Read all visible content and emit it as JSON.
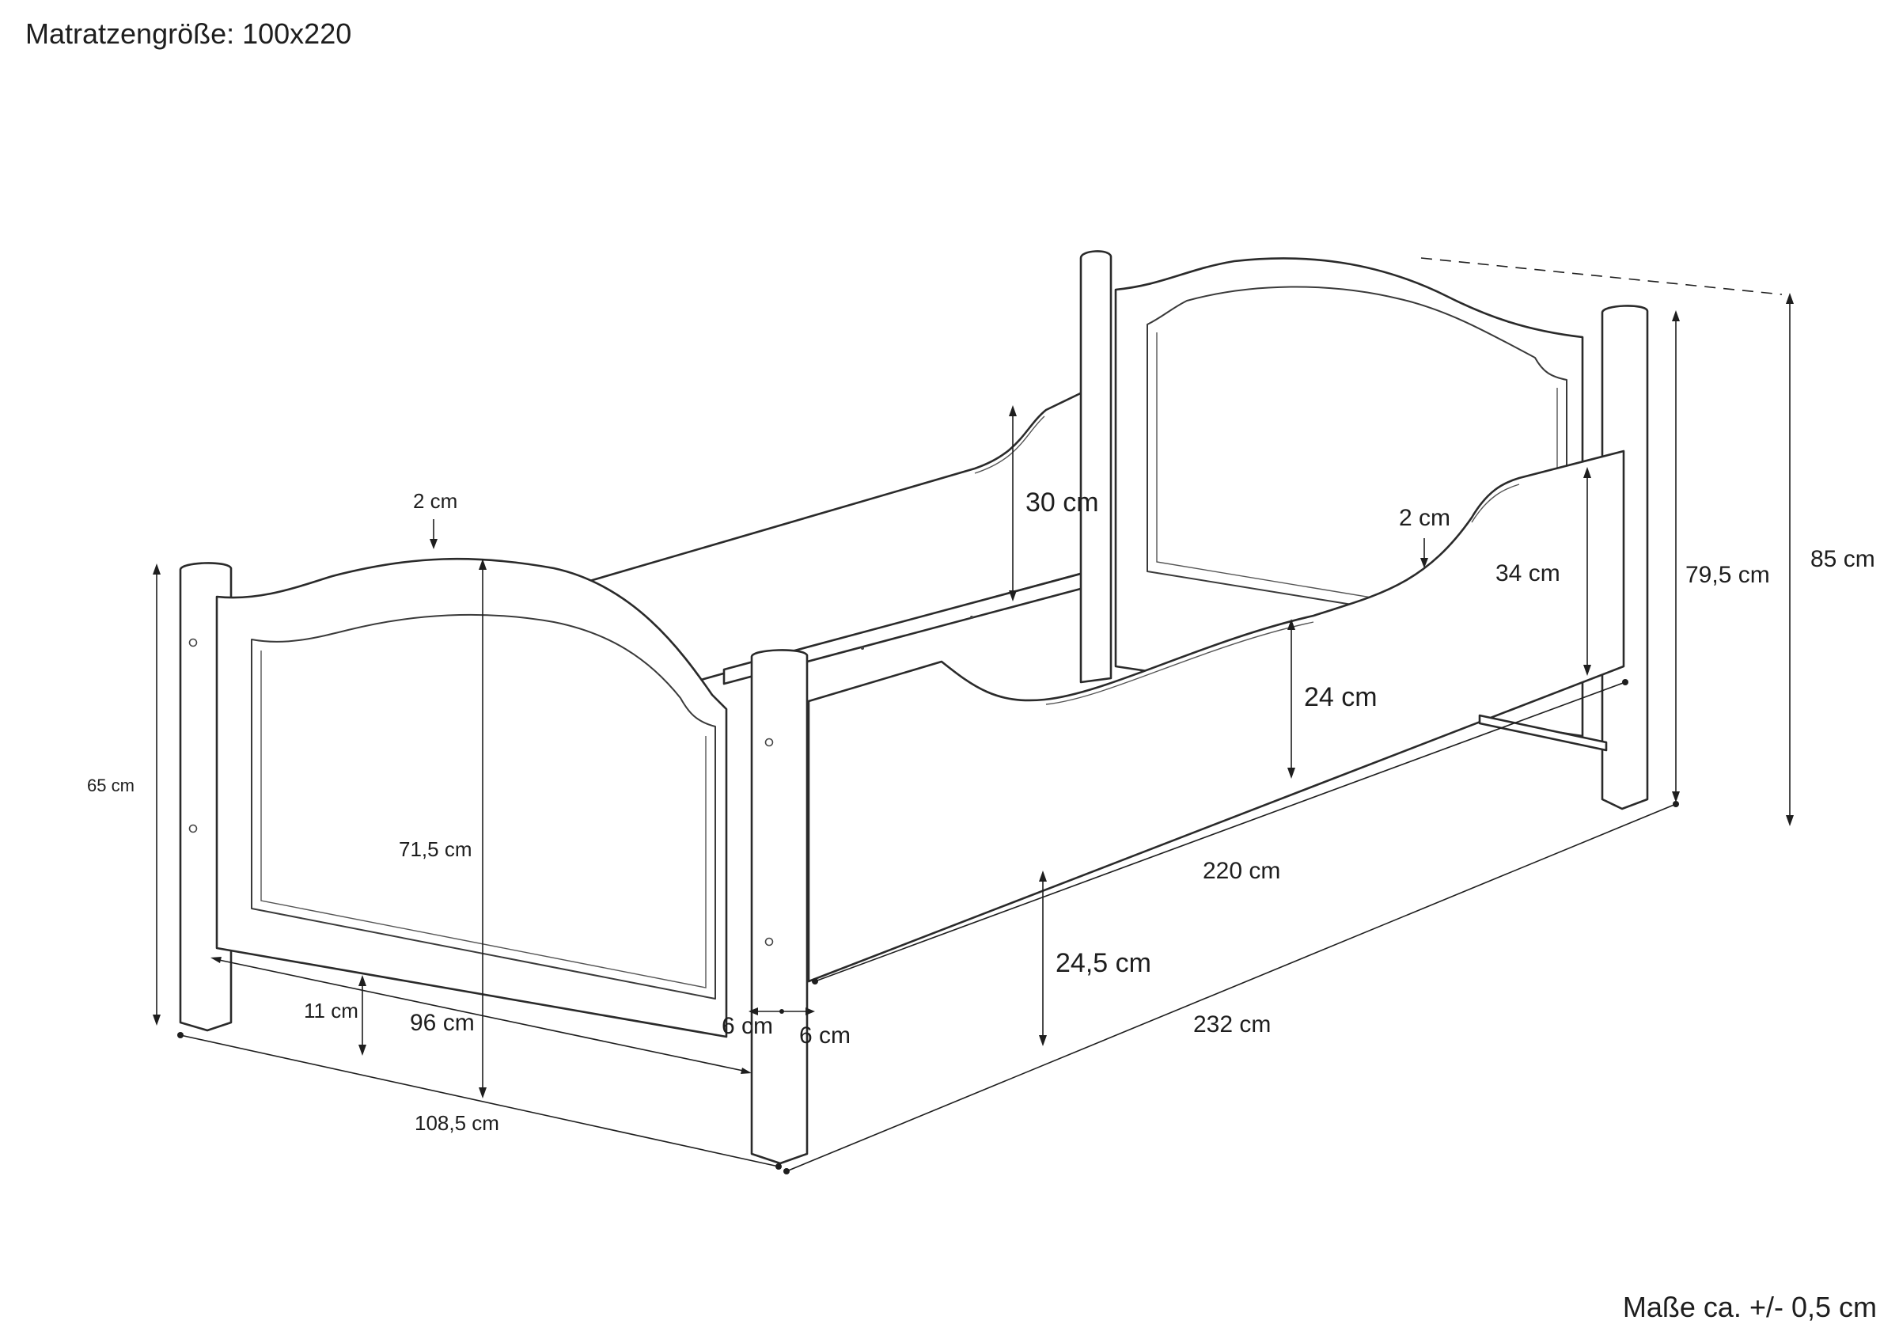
{
  "header": {
    "mattress_size": "Matratzengröße: 100x220"
  },
  "footer": {
    "tolerance": "Maße ca. +/- 0,5 cm"
  },
  "dimensions": {
    "footboard_total_height": "65 cm",
    "footboard_panel_height": "71,5 cm",
    "footboard_arch_rise": "2 cm",
    "footboard_inner_width": "96 cm",
    "footboard_outer_width": "108,5 cm",
    "footboard_ground_clearance": "11 cm",
    "post_width_a": "6 cm",
    "post_width_b": "6 cm",
    "frame_ground_clearance": "24,5 cm",
    "side_rail_length": "220 cm",
    "bed_total_length": "232 cm",
    "front_side_height": "24 cm",
    "front_side_raised_height": "34 cm",
    "front_side_arch_rise": "2 cm",
    "back_side_height": "30 cm",
    "headboard_post_height": "79,5 cm",
    "headboard_total_height": "85 cm"
  }
}
